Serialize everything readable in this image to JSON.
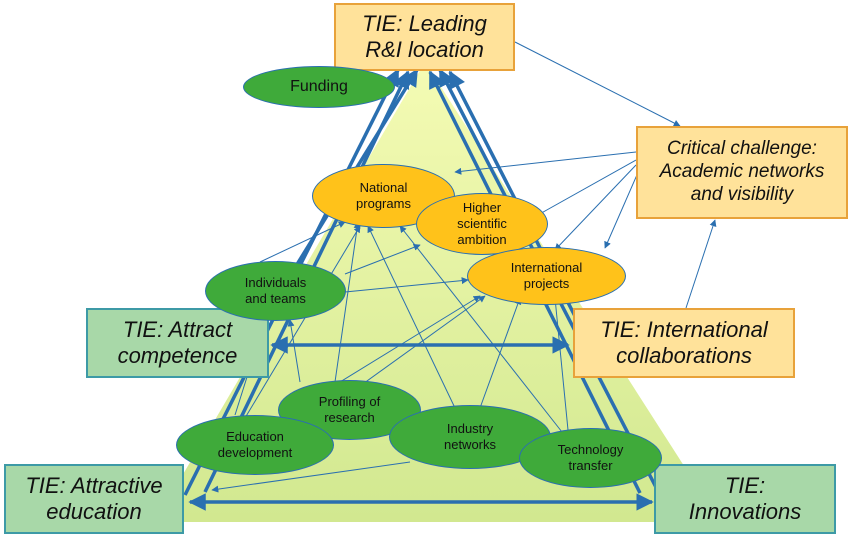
{
  "colors": {
    "box_orange_fill": "#ffe29a",
    "box_green_fill": "#a8d8a8",
    "ellipse_green": "#3faa3a",
    "ellipse_orange": "#ffc21a",
    "arrow_blue": "#2a6fb0",
    "triangle_fill": "#d6ec8a"
  },
  "nodes": {
    "leading": "TIE: Leading\nR&I location",
    "critical": "Critical challenge:\nAcademic networks\nand visibility",
    "attract": "TIE: Attract\ncompetence",
    "international_collab": "TIE: International\ncollaborations",
    "attractive_education": "TIE: Attractive\neducation",
    "innovations": "TIE:\nInnovations",
    "funding": "Funding",
    "national_programs": "National\nprograms",
    "higher_ambition": "Higher\nscientific\nambition",
    "international_projects": "International\nprojects",
    "individuals": "Individuals\nand teams",
    "profiling": "Profiling of\nresearch",
    "education_dev": "Education\ndevelopment",
    "industry": "Industry\nnetworks",
    "tech_transfer": "Technology\ntransfer"
  }
}
